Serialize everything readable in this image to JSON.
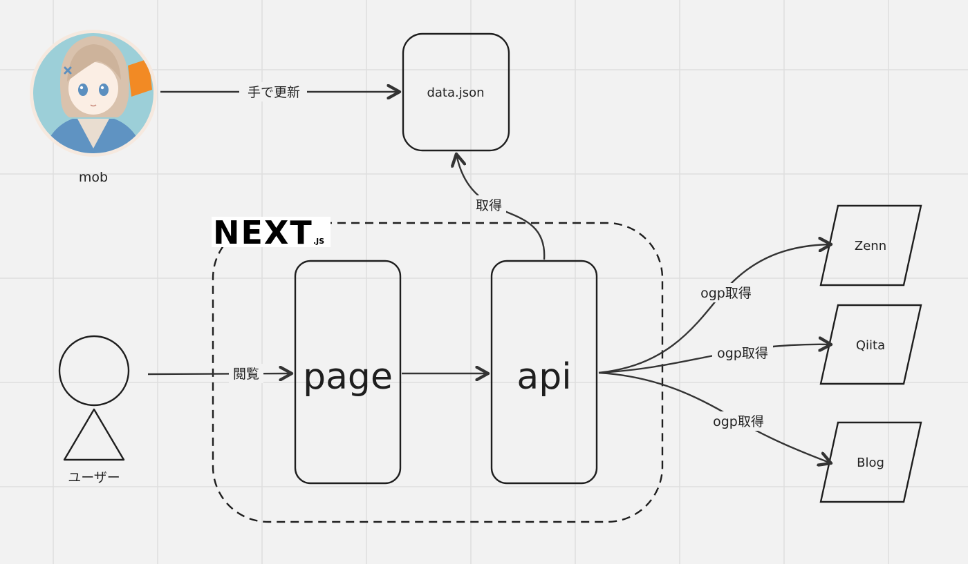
{
  "colors": {
    "background": "#f2f2f2",
    "grid": "#dedede",
    "stroke": "#1e1e1e",
    "connector": "#333333",
    "text": "#222222",
    "avatar_bg": "#9ccfd8",
    "avatar_accent": "#f28a24"
  },
  "nodes": {
    "mob": {
      "label": "mob",
      "icon": "anime-avatar-image"
    },
    "user": {
      "label": "ユーザー",
      "icon": "stick-person-icon"
    },
    "data_json": {
      "label": "data.json"
    },
    "nextjs": {
      "logo_text": "NEXT",
      "logo_suffix": ".JS"
    },
    "page": {
      "label": "page"
    },
    "api": {
      "label": "api"
    },
    "zenn": {
      "label": "Zenn"
    },
    "qiita": {
      "label": "Qiita"
    },
    "blog": {
      "label": "Blog"
    }
  },
  "edges": {
    "mob_to_data": {
      "label": "手で更新"
    },
    "api_to_data": {
      "label": "取得"
    },
    "user_to_page": {
      "label": "閲覧"
    },
    "api_to_zenn": {
      "label": "ogp取得"
    },
    "api_to_qiita": {
      "label": "ogp取得"
    },
    "api_to_blog": {
      "label": "ogp取得"
    }
  }
}
